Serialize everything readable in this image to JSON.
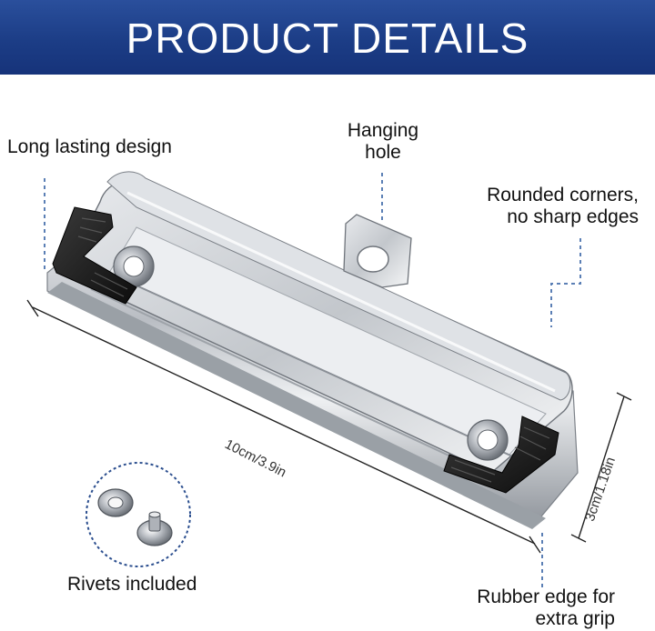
{
  "header": {
    "title": "PRODUCT DETAILS"
  },
  "callouts": {
    "long_lasting": "Long lasting design",
    "hanging_hole_line1": "Hanging",
    "hanging_hole_line2": "hole",
    "rounded_line1": "Rounded corners,",
    "rounded_line2": "no sharp edges",
    "rivets": "Rivets included",
    "rubber_line1": "Rubber edge for",
    "rubber_line2": "extra grip"
  },
  "dimensions": {
    "length": "10cm/3.9in",
    "width": "3cm/1.18in"
  },
  "colors": {
    "banner": "#1c3d86",
    "dashed_line": "#5b7fb5",
    "metal": "#c9ccd1",
    "rubber": "#1d1d1d"
  }
}
